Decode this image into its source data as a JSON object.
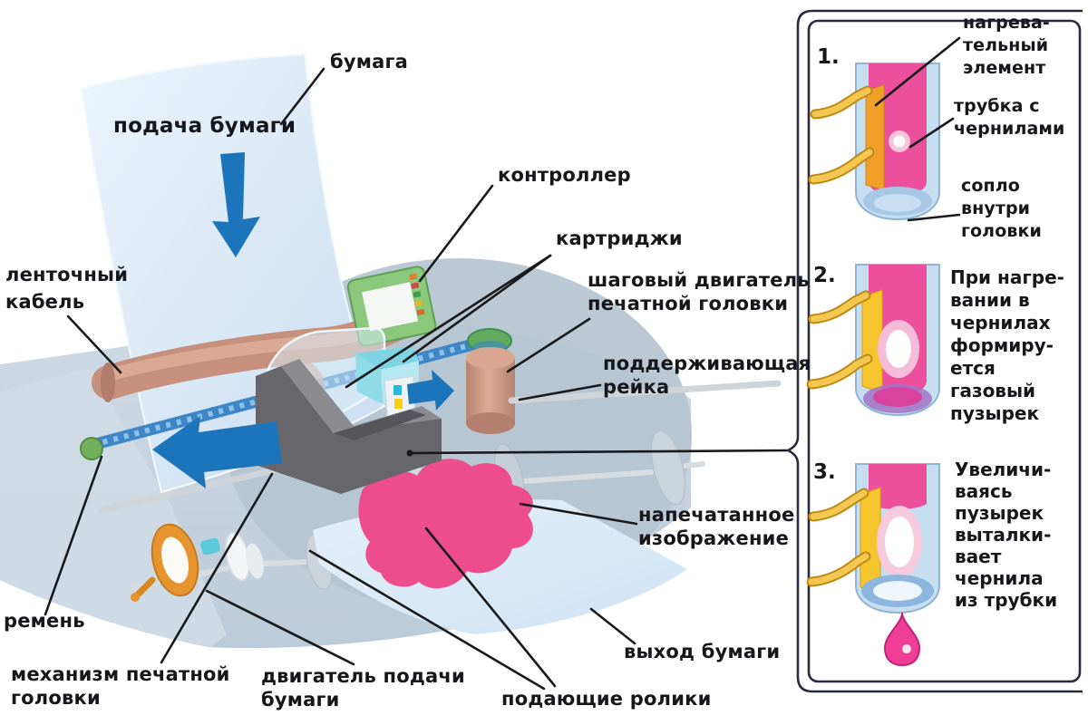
{
  "diagram": {
    "labels": {
      "paper": "бумага",
      "paper_feed": "подача бумаги",
      "controller": "контроллер",
      "cartridges": "картриджи",
      "stepper_motor": "шаговый двигатель\nпечатной головки",
      "support_rail": "поддерживающая\nрейка",
      "ribbon_cable": "ленточный\nкабель",
      "printed_image": "напечатанное\nизображение",
      "belt": "ремень",
      "printhead_mechanism": "механизм печатной\nголовки",
      "paper_feed_motor": "двигатель подачи\nбумаги",
      "feed_rollers": "подающие ролики",
      "paper_exit": "выход бумаги"
    }
  },
  "panel": {
    "steps": [
      {
        "num": "1.",
        "labels": {
          "heating_element": "нагрева-\nтельный\nэлемент",
          "ink_tube": "трубка с\nчернилами",
          "nozzle": "сопло\nвнутри\nголовки"
        }
      },
      {
        "num": "2.",
        "text": "При нагре-\nвании в\nчернилах\nформиру-\nется\nгазовый\nпузырек"
      },
      {
        "num": "3.",
        "text": "Увеличи-\nваясь\nпузырек\nвыталки-\nвает\nчернила\nиз трубки"
      }
    ]
  },
  "colors": {
    "accent_blue": "#1c74ba",
    "ink_pink": "#ee3f94",
    "copper": "#c6907d",
    "board_green": "#8cc87c",
    "cartridge_cyan": "#7fd4e4",
    "motor_orange": "#e6952e",
    "heater_yellow": "#f6c42d",
    "body_blue": "#c4d2df",
    "panel_border": "#2a2a3e"
  }
}
